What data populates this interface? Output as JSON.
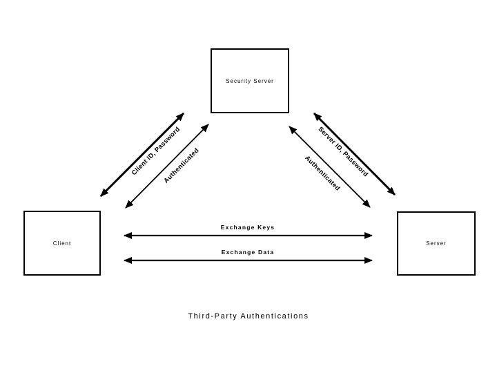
{
  "diagram": {
    "title": "Third-Party Authentications",
    "nodes": {
      "security_server": {
        "label": "Security Server"
      },
      "client": {
        "label": "Client"
      },
      "server": {
        "label": "Server"
      }
    },
    "connections": {
      "client_id_password": {
        "label": "Client ID, Password",
        "from": "Client",
        "to": "Security Server",
        "direction": "bidirectional"
      },
      "client_authenticated": {
        "label": "Authenticated",
        "from": "Client",
        "to": "Security Server",
        "direction": "bidirectional"
      },
      "server_id_password": {
        "label": "Server ID, Password",
        "from": "Security Server",
        "to": "Server",
        "direction": "bidirectional"
      },
      "server_authenticated": {
        "label": "Authenticated",
        "from": "Security Server",
        "to": "Server",
        "direction": "bidirectional"
      },
      "exchange_keys": {
        "label": "Exchange Keys",
        "from": "Client",
        "to": "Server",
        "direction": "bidirectional"
      },
      "exchange_data": {
        "label": "Exchange Data",
        "from": "Client",
        "to": "Server",
        "direction": "bidirectional"
      }
    },
    "colors": {
      "background": "#ffffff",
      "line": "#000000",
      "text": "#000000"
    }
  }
}
